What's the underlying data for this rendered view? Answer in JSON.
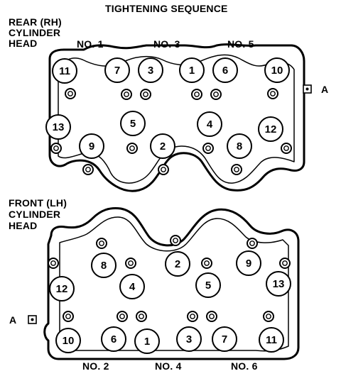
{
  "title": "TIGHTENING SEQUENCE",
  "rear_head": {
    "label_lines": [
      "REAR (RH)",
      "CYLINDER",
      "HEAD"
    ],
    "cylinders": [
      "NO. 1",
      "NO. 3",
      "NO. 5"
    ],
    "marker": "A",
    "bolt_sequence": [
      "11",
      "7",
      "3",
      "1",
      "6",
      "10",
      "13",
      "5",
      "4",
      "12",
      "9",
      "2",
      "8"
    ]
  },
  "front_head": {
    "label_lines": [
      "FRONT (LH)",
      "CYLINDER",
      "HEAD"
    ],
    "cylinders": [
      "NO. 2",
      "NO. 4",
      "NO. 6"
    ],
    "marker": "A",
    "bolt_sequence": [
      "8",
      "2",
      "9",
      "12",
      "4",
      "5",
      "13",
      "10",
      "6",
      "1",
      "3",
      "7",
      "11"
    ]
  }
}
